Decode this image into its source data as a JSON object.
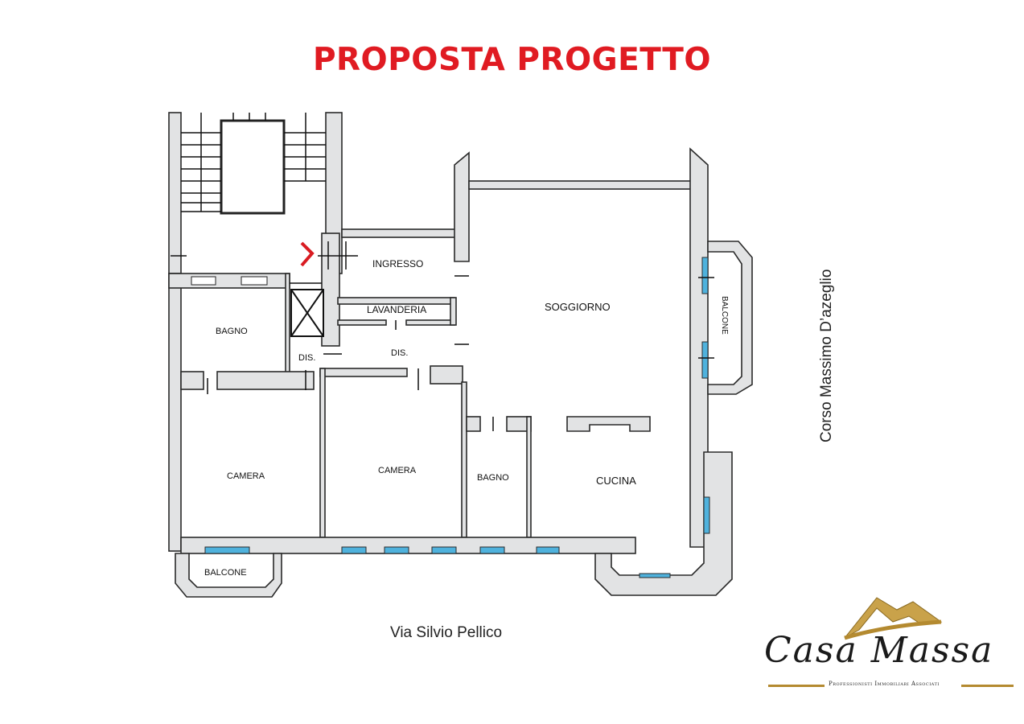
{
  "title": "PROPOSTA PROGETTO",
  "rooms": {
    "ingresso": "INGRESSO",
    "lavanderia": "LAVANDERIA",
    "soggiorno": "SOGGIORNO",
    "bagno_1": "BAGNO",
    "bagno_2": "BAGNO",
    "dis_1": "DIS.",
    "dis_2": "DIS.",
    "camera_1": "CAMERA",
    "camera_2": "CAMERA",
    "cucina": "CUCINA",
    "balcone_bottom": "BALCONE",
    "balcone_right": "BALCONE"
  },
  "streets": {
    "bottom": "Via Silvio Pellico",
    "right": "Corso Massimo D’azeglio"
  },
  "logo": {
    "name": "Casa Massa",
    "tagline": "Professionisti Immobiliari Associati"
  },
  "colors": {
    "title": "#e01b22",
    "wall": "#e2e3e4",
    "window": "#4fb2dd",
    "logo_gold": "#c9a24a"
  }
}
